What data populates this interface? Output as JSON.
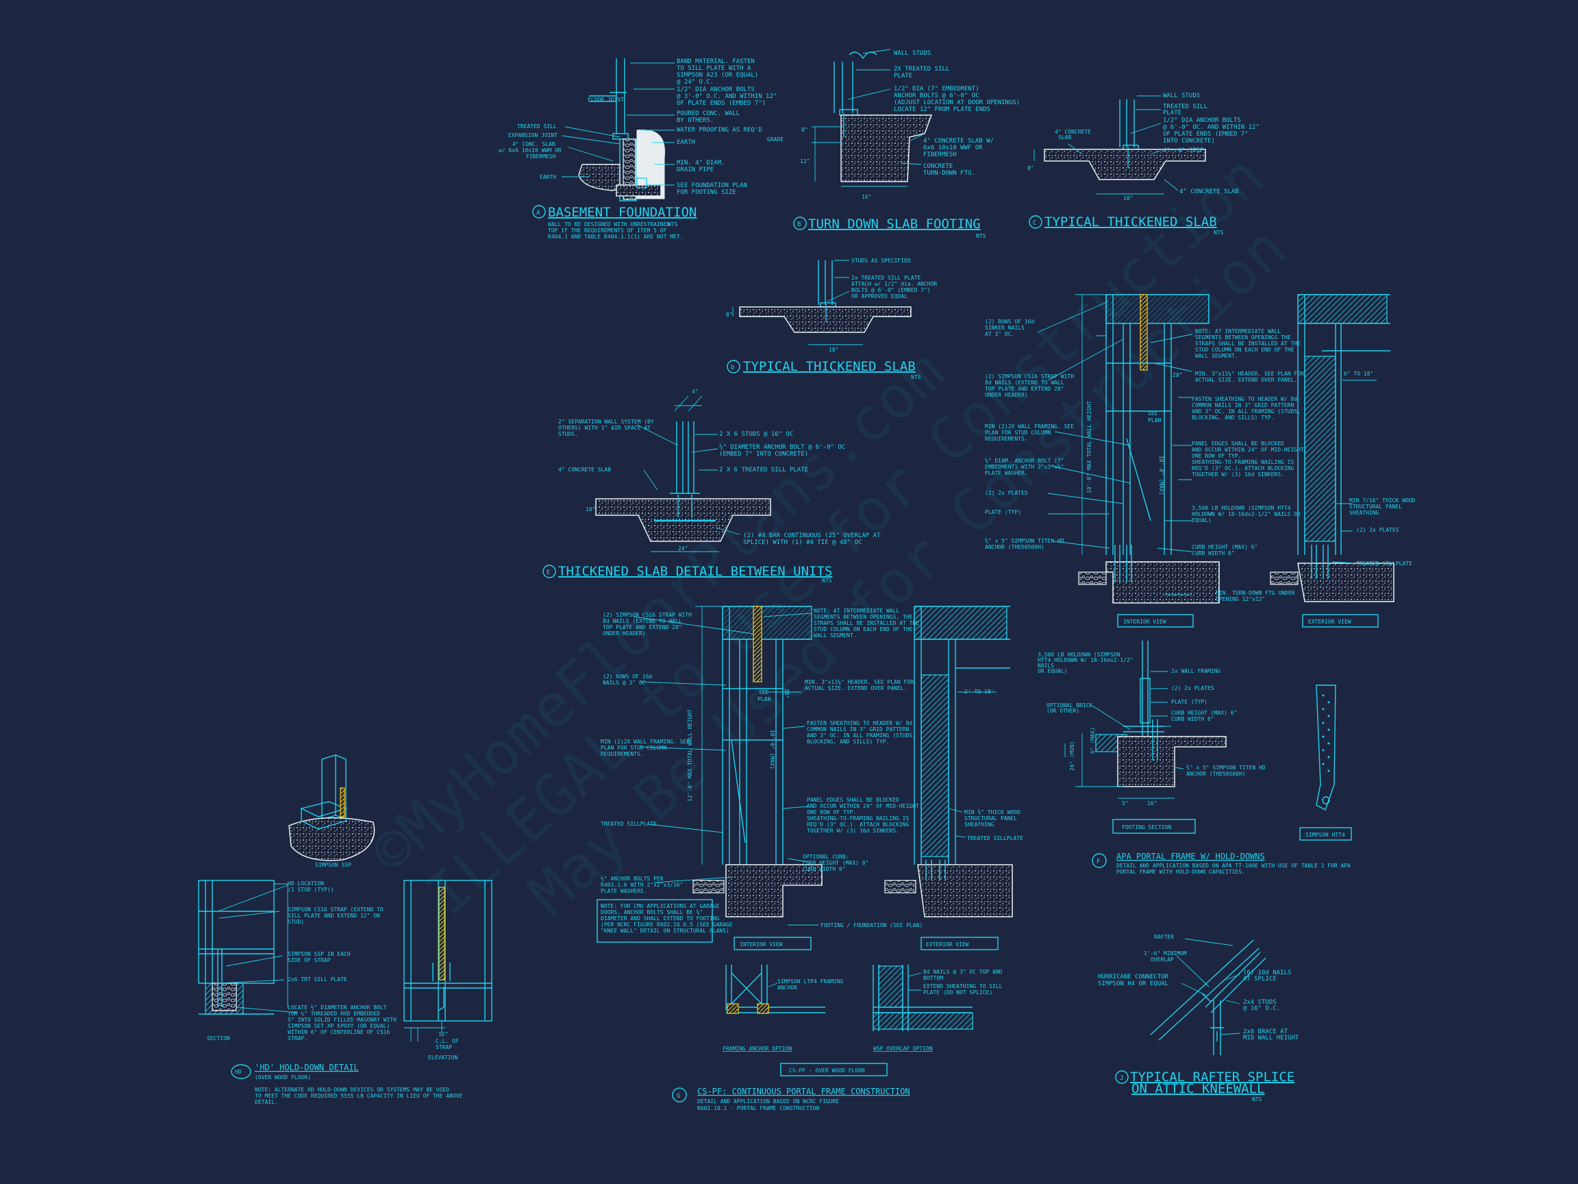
{
  "colors": {
    "background": "#1c2640",
    "lines": "#22d3ee",
    "concrete": "#e6f2f5",
    "strap": "#facc15"
  },
  "watermark": {
    "line1": "©MyHomeFloorPlans.com",
    "line2": "ILLEGAL to use for Construction",
    "line3": "May Be Used for Construction"
  },
  "details": {
    "a": {
      "letter": "A",
      "title": "BASEMENT FOUNDATION",
      "sub1": "WALL TO BE DESIGNED WITH UNRESTRAINED",
      "sub2": "TOP IF THE REQUIREMENTS OF ITEM 5 OF",
      "sub3": "R404.1 AND TABLE R404.1.1(1) ARE NOT MET.",
      "nts": "NTS",
      "n1": "BAND MATERIAL. FASTEN",
      "n2": "TO SILL PLATE WITH A",
      "n3": "SIMPSON A23 (OR EQUAL)",
      "n4": "@ 24\" O.C.",
      "n5": "1/2\" DIA ANCHOR BOLTS",
      "n6": "@ 3'-0\" O.C. AND WITHIN 12\"",
      "n7": "OF PLATE ENDS (EMBED 7\")",
      "n8": "POURED CONC. WALL",
      "n9": "BY OTHERS.",
      "n10": "WATER PROOFING AS REQ'D",
      "n11": "EARTH",
      "n12": "MIN. 4\" DIAM.",
      "n13": "DRAIN PIPE",
      "n14": "SEE FOUNDATION PLAN",
      "n15": "FOR FOOTING SIZE",
      "l1": "FLOOR JOIST",
      "l2": "TREATED SILL",
      "l3": "EXPANSION JOINT",
      "l4": "4\" CONC. SLAB",
      "l5": "w/ 6x6 10x10 WWM OR",
      "l6": "FIBERMESH",
      "l7": "EARTH"
    },
    "b": {
      "letter": "B",
      "title": "TURN DOWN SLAB FOOTING",
      "nts": "NTS",
      "n1": "WALL STUDS",
      "n2": "2X TREATED SILL",
      "n3": "PLATE",
      "n4": "1/2\" DIA (7\" EMBEDMENT)",
      "n5": "ANCHOR BOLTS @ 6'-0\" OC",
      "n6": "(ADJUST LOCATION AT DOOR OPENINGS)",
      "n7": "LOCATE 12\" FROM PLATE ENDS",
      "n8": "4\" CONCRETE SLAB W/",
      "n9": "6x6 10x10 WWF OR",
      "n10": "FIBERMESH",
      "n11": "CONCRETE",
      "n12": "TURN-DOWN FTG.",
      "d1": "8\"",
      "d2": "12\"",
      "d3": "16\"",
      "grade": "GRADE"
    },
    "c": {
      "letter": "C",
      "title": "TYPICAL THICKENED SLAB",
      "nts": "NTS",
      "n1": "WALL STUDS",
      "n2": "TREATED SILL",
      "n3": "PLATE",
      "n4": "1/2\" DIA ANCHOR BOLTS",
      "n5": "@ 6'-0\" OC. AND WITHIN 12\"",
      "n6": "OF PLATE ENDS (EMBED 7\"",
      "n7": "INTO CONCRETE)",
      "n8": "4\"- 4\" STEP",
      "n9": "4\" CONCRETE SLAB",
      "l1": "4\" CONCRETE",
      "l2": "SLAB",
      "d1": "18\"",
      "d2": "8\""
    },
    "d": {
      "letter": "D",
      "title": "TYPICAL THICKENED SLAB",
      "nts": "NTS",
      "n1": "STUDS AS SPECIFIED",
      "n2": "2x TREATED SILL PLATE",
      "n3": "ATTACH w/ 1/2\" dia. ANCHOR",
      "n4": "BOLTS @ 6'-0\" (EMBED 7\")",
      "n5": "OR APPROVED EQUAL",
      "d1": "18\"",
      "d2": "8\""
    },
    "e": {
      "letter": "E",
      "title": "THICKENED SLAB DETAIL BETWEEN UNITS",
      "nts": "NTS",
      "n1": "2\" SEPARATION WALL SYSTEM (BY",
      "n2": "OTHERS) WITH 1\" AIR SPACE AT",
      "n3": "STUDS.",
      "n4": "4\" CONCRETE SLAB",
      "n5": "2 X 6 STUDS @ 16\" OC",
      "n6": "½\" DIAMETER ANCHOR BOLT @ 6'-0\" OC",
      "n7": "(EMBED 7\" INTO CONCRETE)",
      "n8": "2 X 6 TREATED SILL PLATE",
      "n9": "(2) #4 BAR CONTINUOUS (25\" OVERLAP AT",
      "n10": "SPLICE) WITH (1) #4 TIE @ 48\" OC",
      "d1": "4\"",
      "d2": "24\"",
      "d3": "10\""
    },
    "f": {
      "letter": "F",
      "title": "APA PORTAL FRAME W/ HOLD-DOWNS",
      "sub1": "DETAIL AND APPLICATION BASED ON APA TT-100E WITH USE OF TABLE 1 FOR APA",
      "sub2": "PORTAL FRAME WITH HOLD-DOWN CAPACITIES.",
      "n1": "(2) ROWS OF 16d",
      "n2": "SINKER NAILS",
      "n3": "AT 3\" OC.",
      "n4": "(2) SIMPSON CS16 STRAP WITH",
      "n5": "8d NAILS (EXTEND TO WALL",
      "n6": "TOP PLATE AND EXTEND 28\"",
      "n7": "UNDER HEADER)",
      "n8": "MIN (2)2X WALL FRAMING. SEE",
      "n9": "PLAN FOR STUD COLUMN",
      "n10": "REQUIREMENTS.",
      "n11": "⅝\" DIAM. ANCHOR BOLT (7\"",
      "n12": "EMBEDMENT) WITH 2\"x3\"x⅜\"",
      "n13": "PLATE WASHER.",
      "n14": "(2) 2x PLATES",
      "n15": "PLATE",
      "n16": "(TYP)",
      "n17": "⅜\" x 5\" SIMPSON TITEN HD",
      "n18": "ANCHOR (THD50500H)",
      "r1": "NOTE: AT INTERMEDIATE WALL",
      "r2": "SEGMENTS BETWEEN OPENINGS THE",
      "r3": "STRAPS SHALL BE INSTALLED AT THE",
      "r4": "STUD COLUMN ON EACH END OF THE",
      "r5": "WALL SEGMENT.",
      "r6": "MIN. 3\"x11¼\" HEADER. SEE PLAN FOR",
      "r7": "ACTUAL SIZE. EXTEND OVER PANEL.",
      "r8": "FASTEN SHEATHING TO HEADER W/ 8d",
      "r9": "COMMON NAILS IN 3\" GRID PATTERN",
      "r10": "AND 3\" OC. IN ALL FRAMING (STUDS,",
      "r11": "BLOCKING, AND SILLS) TYP.",
      "r12": "PANEL EDGES SHALL BE BLOCKED",
      "r13": "AND OCCUR WITHIN 24\" OF MID-HEIGHT.",
      "r14": "ONE ROW OF TYP.",
      "r15": "SHEATHING-TO-FRAMING NAILING IS",
      "r16": "REQ'D (3\" OC.). ATTACH BLOCKING",
      "r17": "TOGETHER W/ (3) 16d SINKERS.",
      "r18": "3,500 LB HOLDOWN (SIMPSON HTT4",
      "r19": "HOLDOWN W/ 18-16dx2-1/2\" NAILS OR",
      "r20": "EQUAL)",
      "r21": "CURB HEIGHT (MAX) 6\"",
      "r22": "CURB WIDTH 6\"",
      "r23": "MIN. TURN-DOWN FTG UNDER",
      "r24": "OPENING 12\"x12\"",
      "e1": "MIN 7/16\" THICK WOOD",
      "e2": "STRUCTURAL PANEL",
      "e3": "SHEATHING",
      "e4": "(2) 2x PLATES",
      "e5": "TREATED SILLPLATE",
      "e6": "6\" TO 18\"",
      "s1": "SEE",
      "s2": "PLAN",
      "s3": "28\"",
      "s4": "10'-0\" MAX TOTAL WALL HEIGHT",
      "s5": "10'-0\" (MAX)",
      "v1": "INTERIOR VIEW",
      "v2": "EXTERIOR VIEW",
      "h1": "3,500 LB HOLDOWN (SIMPSON",
      "h2": "HTT4 HOLDOWN W/ 18-16dx2-1/2\"",
      "h3": "NAILS",
      "h4": "OR EQUAL)",
      "h5": "OPTIONAL BRICK",
      "h6": "(OR OTHER)",
      "h7": "2x WALL FRAMING",
      "h8": "(2) 2x PLATES",
      "h9": "PLATE (TYP)",
      "h10": "CURB HEIGHT (MAX) 6\"",
      "h11": "CURB WIDTH 6\"",
      "h12": "⅜\" x 5\" SIMPSON TITEN HD",
      "h13": "ANCHOR (THD50500H)",
      "h14": "6\" (MAX)",
      "h15": "26\" (MIN)",
      "h16": "5\"",
      "h17": "16\"",
      "fs": "FOOTING SECTION",
      "htt": "SIMPSON HTT4"
    },
    "g": {
      "letter": "G",
      "title": "CS-PF: CONTINUOUS PORTAL FRAME CONSTRUCTION",
      "sub1": "DETAIL AND APPLICATION BASED ON NCRC FIGURE",
      "sub2": "R602.10.1 - PORTAL FRAME CONSTRUCTION",
      "n1": "(2) SIMPSON CS16 STRAP WITH",
      "n2": "8d NAILS (EXTEND TO WALL",
      "n3": "TOP PLATE AND EXTEND 28\"",
      "n4": "UNDER HEADER)",
      "n5": "(2) ROWS OF 16d",
      "n6": "NAILS @ 3\" OC",
      "n7": "MIN (2)2X WALL FRAMING. SEE",
      "n8": "PLAN FOR STUD COLUMN",
      "n9": "REQUIREMENTS.",
      "n10": "TREATED SILLPLATE",
      "n11": "½\" ANCHOR BOLTS PER",
      "n12": "R403.1.6 WITH 2\"x2\"x3/16\"",
      "n13": "PLATE WASHERS.",
      "b1": "NOTE: FOR CMU APPLICATIONS AT GARAGE",
      "b2": "DOORS, ANCHOR BOLTS SHALL BE ⅝\"",
      "b3": "DIAMETER AND SHALL EXTEND TO FOOTING",
      "b4": "(PER NCRC FIGURE R602.10.6.5 (SEE GARAGE",
      "b5": "\"KNEE WALL\" DETAIL ON STRUCTURAL PLANS)",
      "r1": "NOTE: AT INTERMEDIATE WALL",
      "r2": "SEGMENTS BETWEEN OPENINGS, THE",
      "r3": "STRAPS SHALL BE INSTALLED AT THE",
      "r4": "STUD COLUMN ON EACH END OF THE",
      "r5": "WALL SEGMENT.",
      "r6": "MIN. 3\"x11¼\" HEADER. SEE PLAN FOR",
      "r7": "ACTUAL SIZE. EXTEND OVER PANEL.",
      "r8": "FASTEN SHEATHING TO HEADER W/ 8d",
      "r9": "COMMON NAILS IN 3\" GRID PATTERN",
      "r10": "AND 3\" OC. IN ALL FRAMING (STUDS,",
      "r11": "BLOCKING, AND SILLS) TYP.",
      "r12": "PANEL EDGES SHALL BE BLOCKED",
      "r13": "AND OCCUR WITHIN 24\" OF MID-HEIGHT.",
      "r14": "ONE ROW OF TYP.",
      "r15": "SHEATHING-TO-FRAMING NAILING IS",
      "r16": "REQ'D (3\" OC.). ATTACH BLOCKING",
      "r17": "TOGETHER W/ (3) 16d SINKERS.",
      "r18": "OPTIONAL CURB:",
      "r19": "CURB HEIGHT (MAX) 8\"",
      "r20": "CURB WIDTH 6\"",
      "r21": "FOOTING / FOUNDATION (SEE PLAN)",
      "e1": "MIN ⅜\" THICK WOOD",
      "e2": "STRUCTURAL PANEL",
      "e3": "SHEATHING",
      "e4": "TREATED SILLPLATE",
      "e5": "2' TO 18'",
      "s1": "SEE",
      "s2": "PLAN",
      "s3": "28\"",
      "s4": "12'-0\" MAX TOTAL WALL HEIGHT",
      "s5": "10'-0\" (MAX)",
      "v1": "INTERIOR VIEW",
      "v2": "EXTERIOR VIEW",
      "o1": "SIMPSON LTP4 FRAMING",
      "o2": "ANCHOR",
      "o3": "8d NAILS @ 3\" OC TOP AND",
      "o4": "BOTTOM",
      "o5": "EXTEND SHEATHING TO SILL",
      "o6": "PLATE (DO NOT SPLICE)",
      "o7": "FRAMING ANCHOR OPTION",
      "o8": "WSP OVERLAP OPTION",
      "o9": "CS-PF - OVER WOOD FLOOR"
    },
    "hd": {
      "letter": "HD",
      "title": "'HD' HOLD-DOWN DETAIL",
      "sub0": "(OVER WOOD FLOOR)",
      "sub1": "NOTE: ALTERNATE HD HOLD-DOWN DEVICES OR SYSTEMS MAY BE USED",
      "sub2": "TO MEET THE CODE REQUIRED 5555 LB CAPACITY IN LIEU OF THE ABOVE",
      "sub3": "DETAIL.",
      "iso": "SIMPSON SSP",
      "n1": "HD LOCATION",
      "n2": "(1 STUD (TYP))",
      "n3": "SIMPSON CS16 STRAP (EXTEND TO",
      "n4": "SILL PLATE AND EXTEND 12\" ON",
      "n5": "STUD)",
      "n6": "SIMPSON SSP IN EACH",
      "n7": "SIDE OF STRAP",
      "n8": "2x6 TRT SILL PLATE",
      "n9": "LOCATE ½\" DIAMETER ANCHOR BOLT",
      "n10": "(OR ½\" THREADED ROD EMBEDDED",
      "n11": "5\" INTO SOLID FILLED MASONRY WITH",
      "n12": "SIMPSON SET-XP EPOXY (OR EQUAL)",
      "n13": "WITHIN 6\" OF CENTERLINE OF CS16",
      "n14": "STRAP.",
      "sec": "SECTION",
      "elev": "ELEVATION",
      "d1": "12\"",
      "d2": "C.L. OF",
      "d3": "STRAP"
    },
    "j": {
      "letter": "J",
      "title1": "TYPICAL RAFTER SPLICE",
      "title2": "ON ATTIC KNEEWALL",
      "nts": "NTS",
      "n1": "RAFTER",
      "n2": "1'-6\" MINIMUM",
      "n3": "OVERLAP",
      "n4": "HURRICANE CONNECTOR",
      "n5": "SIMPSON H4 OR EQUAL",
      "n6": "(6) 10d NAILS",
      "n7": "AT SPLICE",
      "n8": "2x4 STUDS",
      "n9": "@ 16\" O.C.",
      "n10": "2x6 BRACE AT",
      "n11": "MID WALL HEIGHT"
    }
  }
}
